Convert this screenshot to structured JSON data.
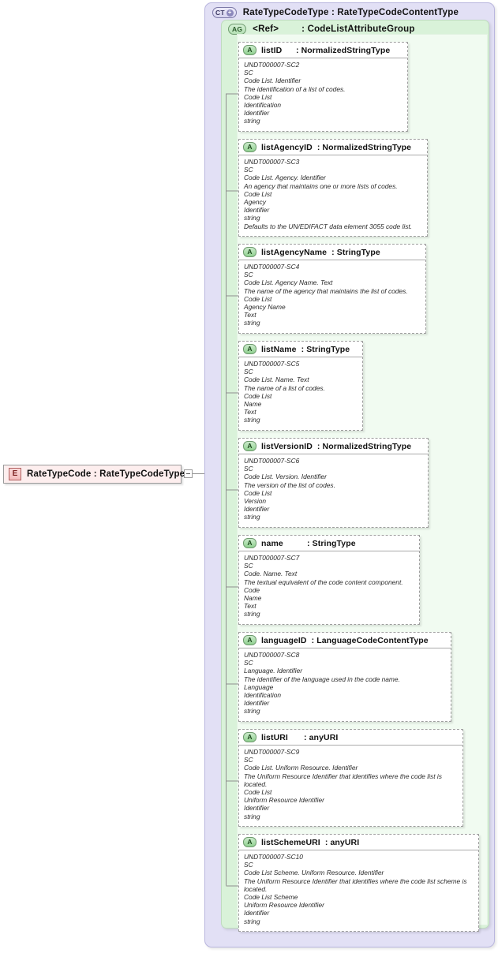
{
  "element": {
    "badge": "E",
    "label": "RateTypeCode : RateTypeCodeType",
    "icon": "element-icon"
  },
  "complex_type": {
    "badge": "CT",
    "expander": "+",
    "title": "RateTypeCodeType : RateTypeCodeContentType"
  },
  "attribute_group": {
    "badge": "AG",
    "ref": "<Ref>",
    "title": ": CodeListAttributeGroup"
  },
  "colors": {
    "outer_fill": "#e2e0f5",
    "group_fill": "#d9f2d9",
    "panel_fill": "#f1fbf1",
    "element_fill": "#fdeeee",
    "attr_fill": "#ffffff"
  },
  "attributes": [
    {
      "badge": "A",
      "name": "listID",
      "type": ": NormalizedStringType",
      "lines": [
        "UNDT000007-SC2",
        "SC",
        "Code List. Identifier",
        "The identification of a list of codes.",
        "Code List",
        "Identification",
        "Identifier",
        "string"
      ]
    },
    {
      "badge": "A",
      "name": "listAgencyID",
      "type": ": NormalizedStringType",
      "lines": [
        "UNDT000007-SC3",
        "SC",
        "Code List. Agency. Identifier",
        "An agency that maintains one or more lists of codes.",
        "Code List",
        "Agency",
        "Identifier",
        "string",
        "Defaults to the UN/EDIFACT data element 3055 code list."
      ]
    },
    {
      "badge": "A",
      "name": "listAgencyName",
      "type": ": StringType",
      "lines": [
        "UNDT000007-SC4",
        "SC",
        "Code List. Agency Name. Text",
        "The name of the agency that maintains the list of codes.",
        "Code List",
        "Agency Name",
        "Text",
        "string"
      ]
    },
    {
      "badge": "A",
      "name": "listName",
      "type": ": StringType",
      "lines": [
        "UNDT000007-SC5",
        "SC",
        "Code List. Name. Text",
        "The name of a list of codes.",
        "Code List",
        "Name",
        "Text",
        "string"
      ]
    },
    {
      "badge": "A",
      "name": "listVersionID",
      "type": ": NormalizedStringType",
      "lines": [
        "UNDT000007-SC6",
        "SC",
        "Code List. Version. Identifier",
        "The version of the list of codes.",
        "Code List",
        "Version",
        "Identifier",
        "string"
      ]
    },
    {
      "badge": "A",
      "name": "name",
      "type": ": StringType",
      "lines": [
        "UNDT000007-SC7",
        "SC",
        "Code. Name. Text",
        "The textual equivalent of the code content component.",
        "Code",
        "Name",
        "Text",
        "string"
      ]
    },
    {
      "badge": "A",
      "name": "languageID",
      "type": ": LanguageCodeContentType",
      "lines": [
        "UNDT000007-SC8",
        "SC",
        "Language. Identifier",
        "The identifier of the language used in the code name.",
        "Language",
        "Identification",
        "Identifier",
        "string"
      ]
    },
    {
      "badge": "A",
      "name": "listURI",
      "type": ": anyURI",
      "lines": [
        "UNDT000007-SC9",
        "SC",
        "Code List. Uniform Resource. Identifier",
        "The Uniform Resource Identifier that identifies where the code list is located.",
        "Code List",
        "Uniform Resource Identifier",
        "Identifier",
        "string"
      ]
    },
    {
      "badge": "A",
      "name": "listSchemeURI",
      "type": ": anyURI",
      "lines": [
        "UNDT000007-SC10",
        "SC",
        "Code List Scheme. Uniform Resource. Identifier",
        "The Uniform Resource Identifier that identifies where the code list scheme is located.",
        "Code List Scheme",
        "Uniform Resource Identifier",
        "Identifier",
        "string"
      ]
    }
  ]
}
